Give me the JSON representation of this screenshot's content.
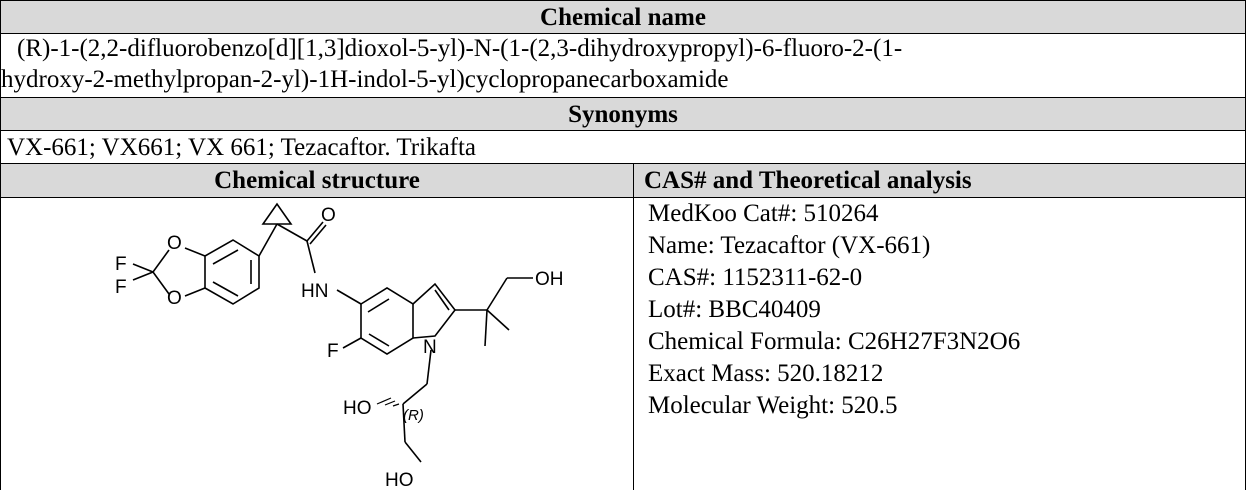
{
  "chemical_name": {
    "header": "Chemical name",
    "lines": [
      "(R)-1-(2,2-difluorobenzo[d][1,3]dioxol-5-yl)-N-(1-(2,3-dihydroxypropyl)-6-fluoro-2-(1-",
      "hydroxy-2-methylpropan-2-yl)-1H-indol-5-yl)cyclopropanecarboxamide"
    ]
  },
  "synonyms": {
    "header": "Synonyms",
    "text": "VX-661; VX661; VX 661; Tezacaftor. Trikafta"
  },
  "structure": {
    "header": "Chemical structure",
    "labels": {
      "f1": "F",
      "f2": "F",
      "f3": "F",
      "o1": "O",
      "o2": "O",
      "o_carbonyl": "O",
      "hn": "HN",
      "n": "N",
      "oh": "OH",
      "ho": "HO",
      "r": "(R)",
      "ho2": "HO"
    }
  },
  "analysis": {
    "header": "CAS# and Theoretical analysis",
    "lines": [
      "MedKoo Cat#: 510264",
      "Name: Tezacaftor (VX-661)",
      "CAS#: 1152311-62-0",
      "Lot#: BBC40409",
      "Chemical Formula: C26H27F3N2O6",
      "Exact Mass: 520.18212",
      "Molecular Weight: 520.5"
    ]
  }
}
